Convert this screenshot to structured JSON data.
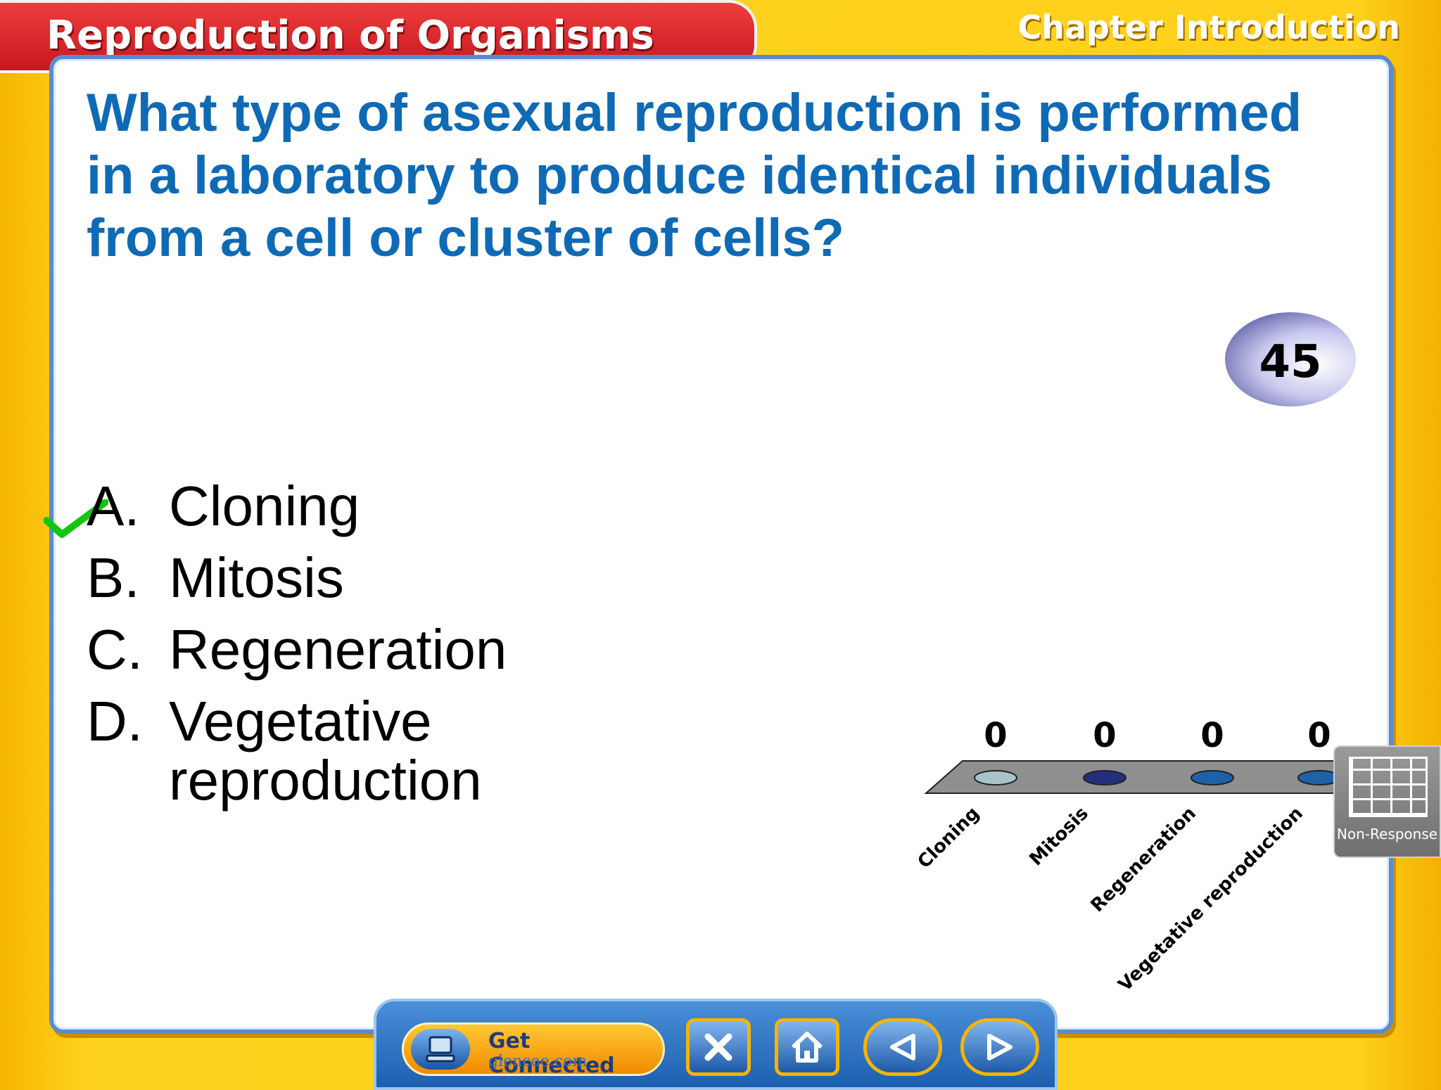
{
  "header": {
    "title": "Reproduction of Organisms",
    "section": "Chapter Introduction"
  },
  "question": {
    "text": "What type of asexual reproduction is performed in a laboratory to produce identical individuals from a cell or cluster of cells?",
    "timer": "45"
  },
  "answers": [
    {
      "letter": "A.",
      "text": "Cloning",
      "correct": true
    },
    {
      "letter": "B.",
      "text": "Mitosis",
      "correct": false
    },
    {
      "letter": "C.",
      "text": "Regeneration",
      "correct": false
    },
    {
      "letter": "D.",
      "text": "Vegetative reproduction",
      "correct": false
    }
  ],
  "chart_data": {
    "type": "bar",
    "categories": [
      "Cloning",
      "Mitosis",
      "Regeneration",
      "Vegetative reproduction"
    ],
    "values": [
      0,
      0,
      0,
      0
    ],
    "colors": [
      "#a9c4c9",
      "#232f7a",
      "#1d62a8",
      "#1d62a8"
    ]
  },
  "non_response": {
    "label": "Non-Response",
    "icon": "grid-icon"
  },
  "navbar": {
    "get_connected": "Get Connected",
    "website": "glencoe.com",
    "buttons": [
      "close-icon",
      "home-icon",
      "previous-icon",
      "next-icon"
    ]
  }
}
